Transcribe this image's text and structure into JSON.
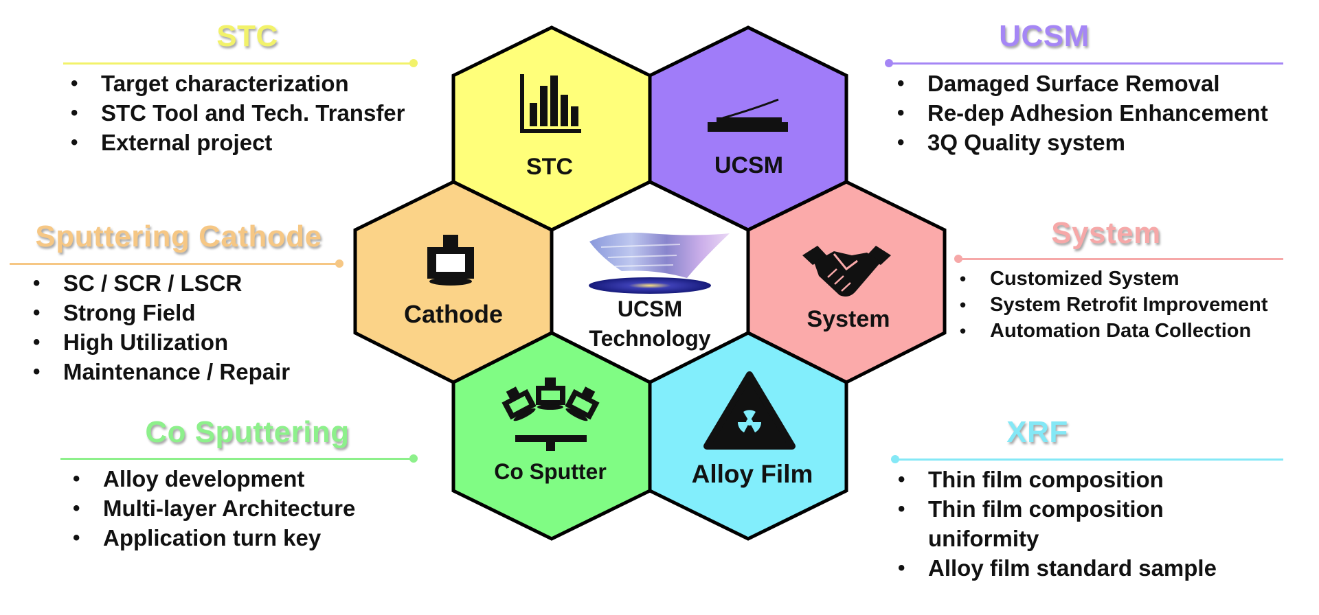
{
  "colors": {
    "stc": "#FFFF7A",
    "ucsm": "#A07CF9",
    "cathode": "#FBD388",
    "system": "#FBAAAA",
    "cosputter": "#80FC84",
    "alloy": "#82EEFC",
    "center": "#FFFFFF",
    "stc_text": "#F2F26A",
    "ucsm_text": "#A586F5",
    "cathode_text": "#F6C784",
    "system_text": "#F6A8A8",
    "cosputter_text": "#8DF08B",
    "xrf_text": "#84E8F6"
  },
  "hexes": {
    "stc": {
      "label": "STC",
      "icon": "bar-chart-icon"
    },
    "ucsm": {
      "label": "UCSM",
      "icon": "substrate-icon"
    },
    "cathode": {
      "label": "Cathode",
      "icon": "cathode-icon"
    },
    "center": {
      "line1": "UCSM",
      "line2": "Technology",
      "icon": "wafer-icon"
    },
    "system": {
      "label": "System",
      "icon": "handshake-icon"
    },
    "cosputter": {
      "label": "Co Sputter",
      "icon": "co-sputter-icon"
    },
    "alloy": {
      "label": "Alloy Film",
      "icon": "radiation-warning-icon"
    }
  },
  "panels": {
    "stc": {
      "title": "STC",
      "items": [
        "Target characterization",
        "STC Tool and Tech. Transfer",
        "External project"
      ]
    },
    "ucsm": {
      "title": "UCSM",
      "items": [
        "Damaged Surface Removal",
        "Re-dep Adhesion Enhancement",
        "3Q Quality system"
      ]
    },
    "cathode": {
      "title": "Sputtering Cathode",
      "items": [
        "SC / SCR / LSCR",
        "Strong Field",
        "High Utilization",
        "Maintenance / Repair"
      ]
    },
    "system": {
      "title": "System",
      "items": [
        "Customized System",
        "System Retrofit Improvement",
        "Automation Data Collection"
      ]
    },
    "cosputter": {
      "title": "Co Sputtering",
      "items": [
        "Alloy development",
        "Multi-layer Architecture",
        "Application turn key"
      ]
    },
    "xrf": {
      "title": "XRF",
      "items": [
        "Thin film composition",
        "Thin film composition",
        "uniformity",
        "Alloy film standard sample"
      ]
    }
  }
}
